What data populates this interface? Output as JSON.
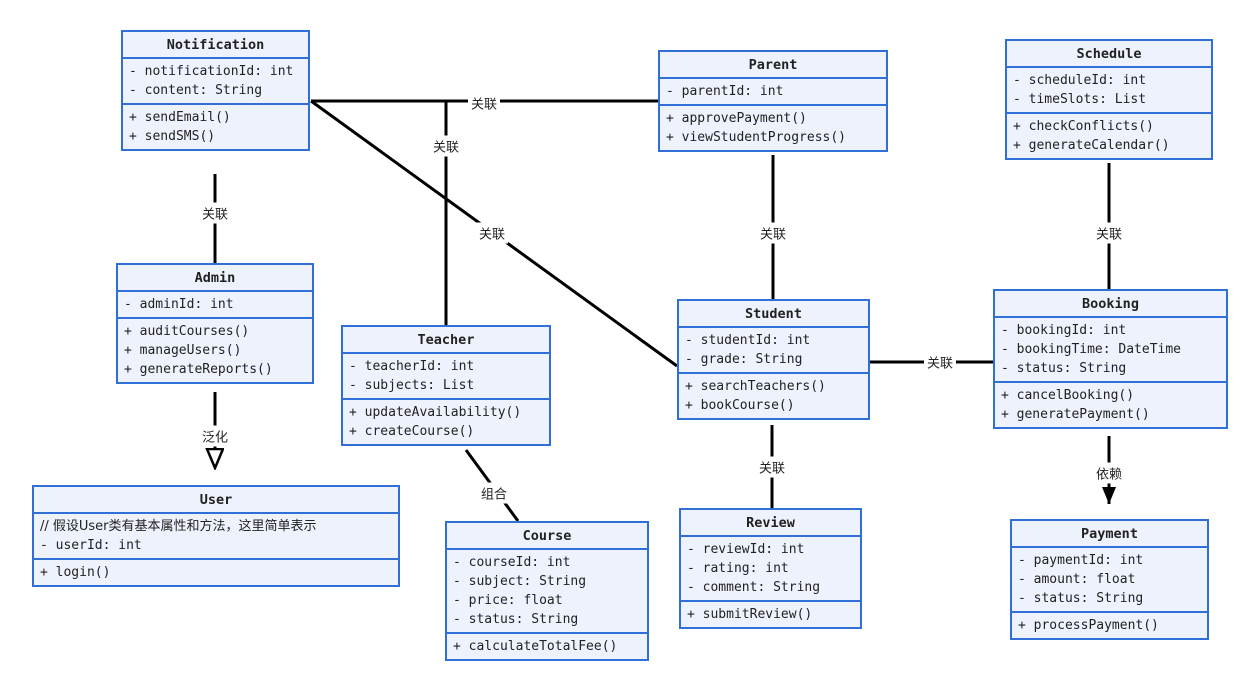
{
  "colors": {
    "border": "#2f6fd6",
    "fill": "#eef2fc",
    "line": "#000000"
  },
  "classes": {
    "notification": {
      "name": "Notification",
      "attributes": [
        "- notificationId: int",
        "- content: String"
      ],
      "methods": [
        "+ sendEmail()",
        "+ sendSMS()"
      ]
    },
    "parent": {
      "name": "Parent",
      "attributes": [
        "- parentId: int"
      ],
      "methods": [
        "+ approvePayment()",
        "+ viewStudentProgress()"
      ]
    },
    "schedule": {
      "name": "Schedule",
      "attributes": [
        "- scheduleId: int",
        "- timeSlots: List"
      ],
      "methods": [
        "+ checkConflicts()",
        "+ generateCalendar()"
      ]
    },
    "admin": {
      "name": "Admin",
      "attributes": [
        "- adminId: int"
      ],
      "methods": [
        "+ auditCourses()",
        "+ manageUsers()",
        "+ generateReports()"
      ]
    },
    "teacher": {
      "name": "Teacher",
      "attributes": [
        "- teacherId: int",
        "- subjects: List"
      ],
      "methods": [
        "+ updateAvailability()",
        "+ createCourse()"
      ]
    },
    "student": {
      "name": "Student",
      "attributes": [
        "- studentId: int",
        "- grade: String"
      ],
      "methods": [
        "+ searchTeachers()",
        "+ bookCourse()"
      ]
    },
    "booking": {
      "name": "Booking",
      "attributes": [
        "- bookingId: int",
        "- bookingTime: DateTime",
        "- status: String"
      ],
      "methods": [
        "+ cancelBooking()",
        "+ generatePayment()"
      ]
    },
    "user": {
      "name": "User",
      "attributes": [
        "// 假设User类有基本属性和方法，这里简单表示",
        "- userId: int"
      ],
      "methods": [
        "+ login()"
      ]
    },
    "course": {
      "name": "Course",
      "attributes": [
        "- courseId: int",
        "- subject: String",
        "- price: float",
        "- status: String"
      ],
      "methods": [
        "+ calculateTotalFee()"
      ]
    },
    "review": {
      "name": "Review",
      "attributes": [
        "- reviewId: int",
        "- rating: int",
        "- comment: String"
      ],
      "methods": [
        "+ submitReview()"
      ]
    },
    "payment": {
      "name": "Payment",
      "attributes": [
        "- paymentId: int",
        "- amount: float",
        "- status: String"
      ],
      "methods": [
        "+ processPayment()"
      ]
    }
  },
  "relations": [
    {
      "id": "notification-parent",
      "from": "Notification",
      "to": "Parent",
      "label": "关联",
      "type": "association"
    },
    {
      "id": "notification-teacher",
      "from": "Notification",
      "to": "Teacher",
      "label": "关联",
      "type": "association"
    },
    {
      "id": "notification-student",
      "from": "Notification",
      "to": "Student",
      "label": "关联",
      "type": "association"
    },
    {
      "id": "notification-admin",
      "from": "Notification",
      "to": "Admin",
      "label": "关联",
      "type": "association"
    },
    {
      "id": "parent-student",
      "from": "Parent",
      "to": "Student",
      "label": "关联",
      "type": "association"
    },
    {
      "id": "schedule-booking",
      "from": "Schedule",
      "to": "Booking",
      "label": "关联",
      "type": "association"
    },
    {
      "id": "student-booking",
      "from": "Student",
      "to": "Booking",
      "label": "关联",
      "type": "association"
    },
    {
      "id": "student-review",
      "from": "Student",
      "to": "Review",
      "label": "关联",
      "type": "association"
    },
    {
      "id": "admin-user",
      "from": "Admin",
      "to": "User",
      "label": "泛化",
      "type": "generalization"
    },
    {
      "id": "teacher-course",
      "from": "Teacher",
      "to": "Course",
      "label": "组合",
      "type": "composition"
    },
    {
      "id": "booking-payment",
      "from": "Booking",
      "to": "Payment",
      "label": "依赖",
      "type": "dependency"
    }
  ]
}
